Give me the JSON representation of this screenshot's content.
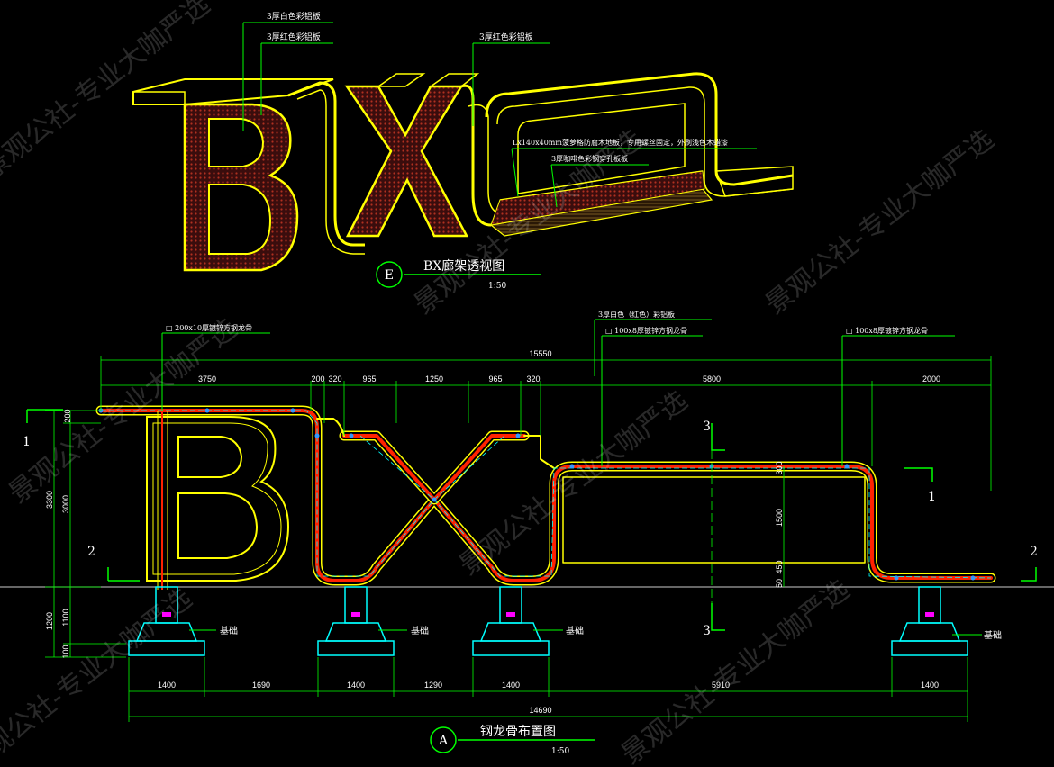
{
  "perspective": {
    "notes": [
      "3厚白色彩铝板",
      "3厚红色彩铝板",
      "3厚红色彩铝板",
      "Lx140x40mm菠萝格防腐木地板，专用螺丝固定，外刷浅色木蜡漆",
      "3厚咖啡色彩钢穿孔板板"
    ],
    "badge": "E",
    "title": "BX廊架透视图",
    "scale": "1:50"
  },
  "plan": {
    "badge": "A",
    "title": "钢龙骨布置图",
    "scale": "1:50",
    "notes": [
      "□ 200x10厚镀锌方钢龙骨",
      "3厚白色（红色）彩铝板",
      "□ 100x8厚镀锌方钢龙骨",
      "□ 100x8厚镀锌方钢龙骨"
    ],
    "top_total": "15550",
    "top_dims": [
      "3750",
      "200",
      "320",
      "965",
      "1250",
      "965",
      "320",
      "5800",
      "2000"
    ],
    "left_dims": [
      "200",
      "3000",
      "3300",
      "1100",
      "1200",
      "100"
    ],
    "mid_dims": [
      "300",
      "1500",
      "450",
      "50"
    ],
    "bottom_dims": [
      "1400",
      "1690",
      "1400",
      "1290",
      "1400",
      "5910",
      "1400"
    ],
    "bottom_total": "14690",
    "footing_labels": [
      "基础",
      "基础",
      "基础",
      "基础"
    ],
    "section_marks": [
      "1",
      "1",
      "2",
      "2",
      "3",
      "3"
    ]
  },
  "watermark": "景观公社-专业大咖严选",
  "colors": {
    "background": "#000000",
    "outline": "#ffff00",
    "dimension": "#00ff00",
    "steel": "#ff0000",
    "footing": "#00ffff"
  }
}
